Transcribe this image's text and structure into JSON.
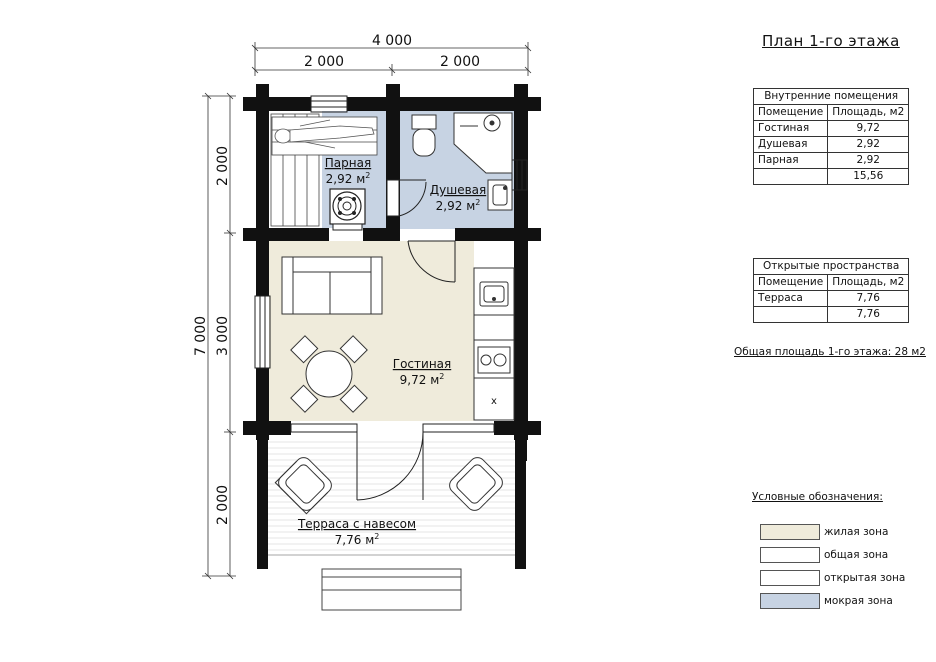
{
  "title": "План 1-го этажа",
  "dimensions": {
    "top_total": "4 000",
    "top_left": "2 000",
    "top_right": "2 000",
    "left_total": "7 000",
    "left_top": "2 000",
    "left_mid": "3 000",
    "left_bottom": "2 000"
  },
  "rooms": {
    "parnaya": {
      "name": "Парная",
      "area": "2,92 м"
    },
    "dushevaya": {
      "name": "Душевая",
      "area": "2,92 м"
    },
    "gostinaya": {
      "name": "Гостиная",
      "area": "9,72 м"
    },
    "terrasa": {
      "name": "Терраса с навесом",
      "area": "7,76 м"
    },
    "area_sup": "2"
  },
  "interior_table": {
    "caption": "Внутренние помещения",
    "headers": [
      "Помещение",
      "Площадь, м2"
    ],
    "rows": [
      {
        "room": "Гостиная",
        "area": "9,72"
      },
      {
        "room": "Душевая",
        "area": "2,92"
      },
      {
        "room": "Парная",
        "area": "2,92"
      },
      {
        "room": "",
        "area": "15,56"
      }
    ]
  },
  "open_table": {
    "caption": "Открытые пространства",
    "headers": [
      "Помещение",
      "Площадь, м2"
    ],
    "rows": [
      {
        "room": "Терраса",
        "area": "7,76"
      },
      {
        "room": "",
        "area": "7,76"
      }
    ]
  },
  "total_area": "Общая площадь 1-го этажа: 28 м2",
  "legend": {
    "title": "Условные обозначения:",
    "items": [
      {
        "label": "жилая зона",
        "color": "#efebdb"
      },
      {
        "label": "общая зона",
        "color": "#ffffff"
      },
      {
        "label": "открытая зона",
        "color": "#ffffff"
      },
      {
        "label": "мокрая зона",
        "color": "#c7d3e3"
      }
    ]
  },
  "colors": {
    "wall": "#111111",
    "living": "#efebdb",
    "wet": "#c7d3e3",
    "open": "#ffffff"
  },
  "icons": [
    "stove-icon",
    "sofa-icon",
    "dining-table-icon",
    "armchair-icon",
    "sink-icon",
    "cooktop-icon",
    "toilet-icon",
    "shower-icon",
    "bench-icon"
  ]
}
